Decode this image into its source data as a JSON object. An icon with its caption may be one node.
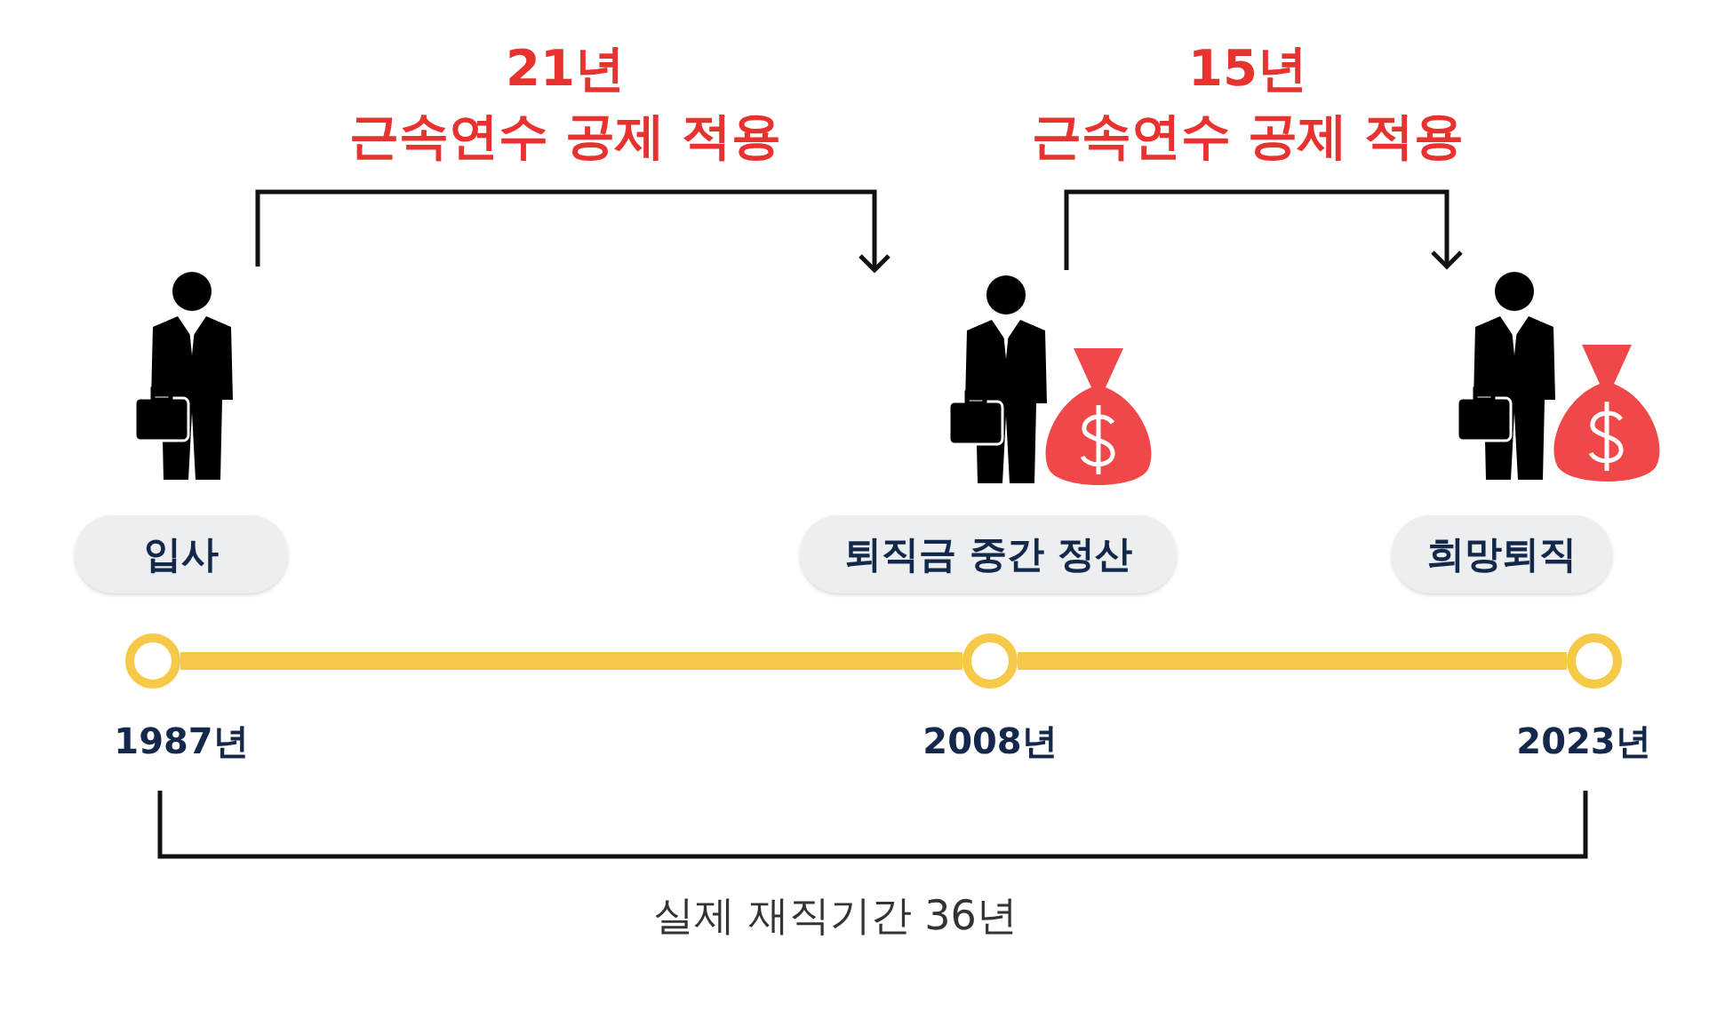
{
  "diagram": {
    "nodes": [
      {
        "text": [],
        "shape": "person"
      },
      {
        "text": [],
        "shape": "person"
      },
      {
        "text": [],
        "shape": "person"
      },
      {
        "text": [
          "입사"
        ]
      },
      {
        "text": [
          "퇴직금 중간 정산"
        ]
      },
      {
        "text": [
          "희망퇴직"
        ]
      },
      {
        "text": [],
        "shape": "circle",
        "beside": [
          "1987년"
        ]
      },
      {
        "text": [],
        "shape": "circle",
        "beside": [
          "2008년"
        ]
      },
      {
        "text": [],
        "shape": "circle",
        "beside": [
          "2023년"
        ]
      }
    ],
    "edges": [
      {
        "from": 0,
        "to": 1,
        "arrow": "to",
        "label": "21년 근속연수 공제 적용"
      },
      {
        "from": 1,
        "to": 2,
        "arrow": "to",
        "label": "15년 근속연수 공제 적용"
      },
      {
        "from": 6,
        "to": 7,
        "arrow": "none",
        "style": "thick",
        "color": "#f7c948"
      },
      {
        "from": 7,
        "to": 8,
        "arrow": "none",
        "style": "thick",
        "color": "#f7c948"
      }
    ],
    "labels": [
      "실제 재직기간 36년"
    ]
  }
}
